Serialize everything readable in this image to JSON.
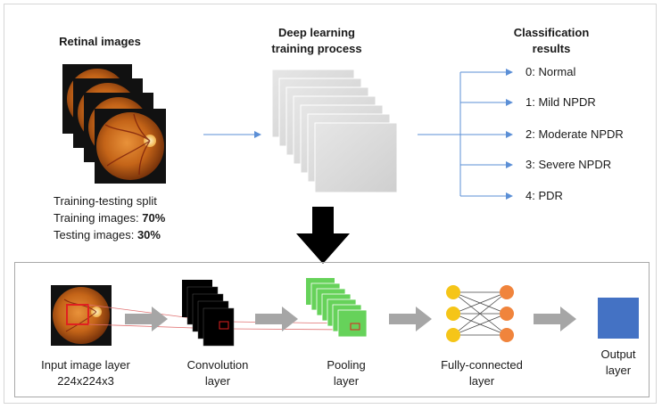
{
  "top": {
    "retinal_images_title": "Retinal images",
    "training_title_line1": "Deep learning",
    "training_title_line2": "training process",
    "classification_title_line1": "Classification",
    "classification_title_line2": "results",
    "split": {
      "heading": "Training-testing split",
      "training_prefix": "Training images: ",
      "training_value": "70%",
      "testing_prefix": "Testing images: ",
      "testing_value": "30%"
    },
    "classes": [
      "0: Normal",
      "1: Mild NPDR",
      "2: Moderate NPDR",
      "3: Severe NPDR",
      "4: PDR"
    ]
  },
  "pipeline": {
    "input_label_line1": "Input image layer",
    "input_label_line2": "224x224x3",
    "conv_label_line1": "Convolution",
    "conv_label_line2": "layer",
    "pool_label_line1": "Pooling",
    "pool_label_line2": "layer",
    "fc_label_line1": "Fully-connected",
    "fc_label_line2": "layer",
    "output_label_line1": "Output",
    "output_label_line2": "layer"
  },
  "colors": {
    "arrow_blue": "#5b8fd6",
    "gray_arrow": "#a6a6a6",
    "pool_green": "#66d25a",
    "node_yellow": "#f5c518",
    "node_orange": "#f0843c",
    "output_blue": "#4472c4",
    "fundus_orange": "#c96a1c",
    "highlight_red": "#e02020"
  }
}
